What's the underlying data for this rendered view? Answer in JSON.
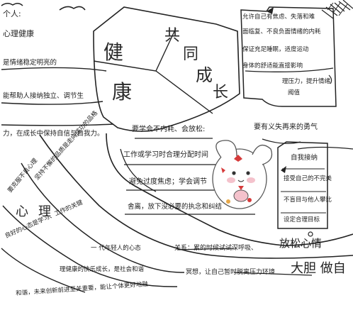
{
  "header": {
    "person": "个人:",
    "subject": "心理健康"
  },
  "title": {
    "chars": [
      "健",
      "康",
      "共",
      "同",
      "成",
      "长"
    ]
  },
  "left_column": [
    "是情绪稳定明亮的",
    "能帮助人接纳独立、调节生",
    "力，在成长中保持自信与自我力。"
  ],
  "top_right_box": [
    "允许自己有焦虑、失落和难",
    "面临复、不良负面情绪的内耗",
    "保证充足睡眠，适度运动",
    "身体的舒适能直接影响",
    "理压力，提升情绪",
    "阈值"
  ],
  "center": {
    "q1": "要学会不内耗、会放松:",
    "a1": "工作或学习时合理分配时间",
    "a2": "避免过度焦虑；学会调节",
    "a3": "舍离，放下没必要的执念和纠结",
    "mid_right": "要有义失再来的勇气"
  },
  "right_box": {
    "title": "自我接纳",
    "lines": [
      "接受自己的不完美",
      "不盲目与他人攀比",
      "设定合理目标"
    ]
  },
  "bottom": {
    "diag1": "坚持不懈的品质是走向成功的品格",
    "diag2": "要克服不良心理",
    "xinli": "心理",
    "line1": "良好的心态是学习、工作的关键",
    "line2": "一 代年轻人的心态",
    "line3": "理健康的快乐成长，是社会和谐",
    "line4": "和谐，未来创新前进至关重要，能让个体更好地融",
    "relax": "关系：累的时候试试深呼吸、",
    "relax2": "冥想，让自己暂时脱离压力环境",
    "fangsong": "放松心情",
    "bold": "大胆 做自"
  },
  "colors": {
    "ink": "#222222",
    "red": "#d63a3a",
    "pink": "#f4c2cc"
  }
}
